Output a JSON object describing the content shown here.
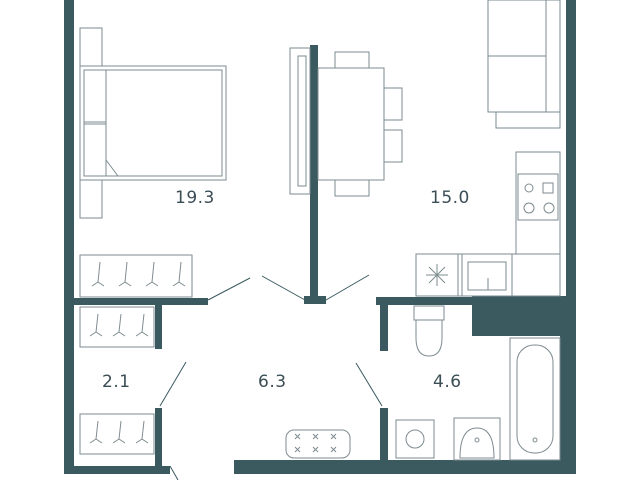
{
  "plan": {
    "wall_color": "#3a5a60",
    "line_color": "#7e8b90",
    "rooms": [
      {
        "id": "bedroom",
        "area": "19.3"
      },
      {
        "id": "living-kitchen",
        "area": "15.0"
      },
      {
        "id": "closet",
        "area": "2.1"
      },
      {
        "id": "hallway",
        "area": "6.3"
      },
      {
        "id": "bathroom",
        "area": "4.6"
      }
    ]
  }
}
